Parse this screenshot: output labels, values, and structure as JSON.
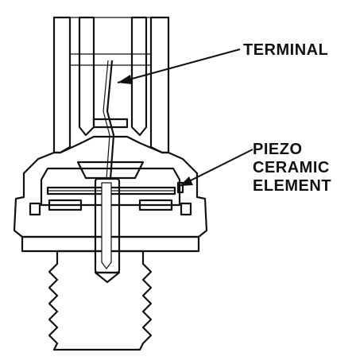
{
  "labels": {
    "terminal": "TERMINAL",
    "piezo_line1": "PIEZO",
    "piezo_line2": "CERAMIC",
    "piezo_line3": "ELEMENT"
  },
  "colors": {
    "ink": "#111111",
    "stipple_dot": "#5a5a5a",
    "background": "#ffffff"
  }
}
